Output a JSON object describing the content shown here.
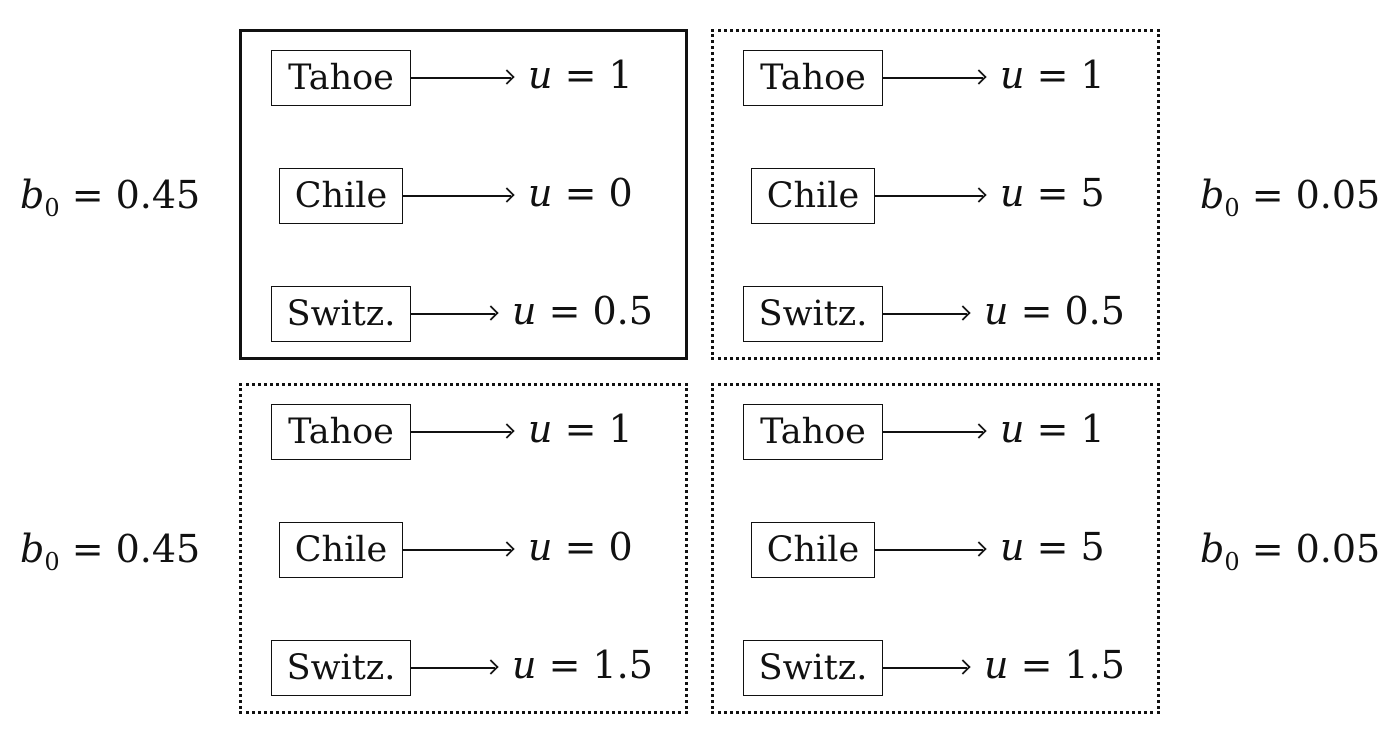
{
  "beliefs": [
    {
      "var": "b",
      "sub": "0",
      "eq": " = 0.45"
    },
    {
      "var": "b",
      "sub": "0",
      "eq": " = 0.05"
    },
    {
      "var": "b",
      "sub": "0",
      "eq": " = 0.45"
    },
    {
      "var": "b",
      "sub": "0",
      "eq": " = 0.05"
    }
  ],
  "panels": [
    {
      "border": "solid",
      "rows": [
        {
          "option": "Tahoe",
          "util_var": "u",
          "util_eq": " = 1"
        },
        {
          "option": "Chile",
          "util_var": "u",
          "util_eq": " = 0"
        },
        {
          "option": "Switz.",
          "util_var": "u",
          "util_eq": " = 0.5"
        }
      ]
    },
    {
      "border": "dotted",
      "rows": [
        {
          "option": "Tahoe",
          "util_var": "u",
          "util_eq": " = 1"
        },
        {
          "option": "Chile",
          "util_var": "u",
          "util_eq": " = 5"
        },
        {
          "option": "Switz.",
          "util_var": "u",
          "util_eq": " = 0.5"
        }
      ]
    },
    {
      "border": "dotted",
      "rows": [
        {
          "option": "Tahoe",
          "util_var": "u",
          "util_eq": " = 1"
        },
        {
          "option": "Chile",
          "util_var": "u",
          "util_eq": " = 0"
        },
        {
          "option": "Switz.",
          "util_var": "u",
          "util_eq": " = 1.5"
        }
      ]
    },
    {
      "border": "dotted",
      "rows": [
        {
          "option": "Tahoe",
          "util_var": "u",
          "util_eq": " = 1"
        },
        {
          "option": "Chile",
          "util_var": "u",
          "util_eq": " = 5"
        },
        {
          "option": "Switz.",
          "util_var": "u",
          "util_eq": " = 1.5"
        }
      ]
    }
  ]
}
